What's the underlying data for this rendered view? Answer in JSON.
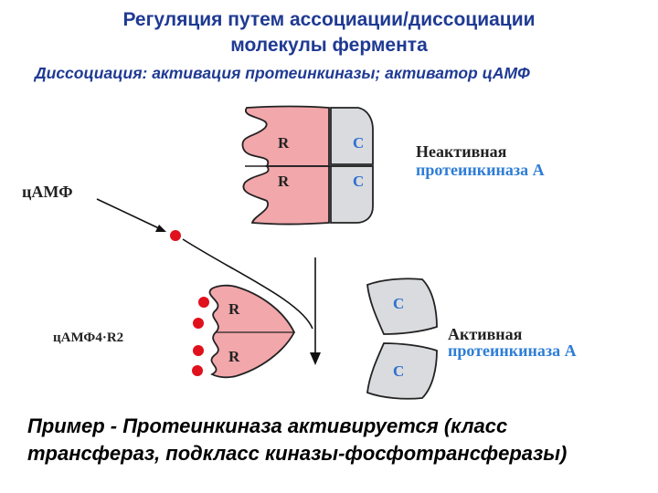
{
  "title_line1": "Регуляция путем ассоциации/диссоциации",
  "title_line2": "молекулы фермента",
  "subtitle": "Диссоциация: активация протеинкиназы; активатор цАМФ",
  "diagram": {
    "r_label": "R",
    "c_label": "C",
    "camp_label": "цАМФ",
    "complex_label": "цАМФ4·R2",
    "inactive_label_1": "Неактивная",
    "inactive_label_2": "протеинкиназа А",
    "active_label_1": "Активная",
    "active_label_2": "протеинкиназа А",
    "colors": {
      "r_subunit": "#f2a7ab",
      "c_subunit": "#d9dbde",
      "camp_dot": "#e0101c",
      "title": "#1f3a93",
      "blue_label": "#2e7dd6"
    }
  },
  "bottom_text_line1": "Пример - Протеинкиназа активируется (класс",
  "bottom_text_line2": "трансфераз, подкласс киназы-фосфотрансферазы)"
}
